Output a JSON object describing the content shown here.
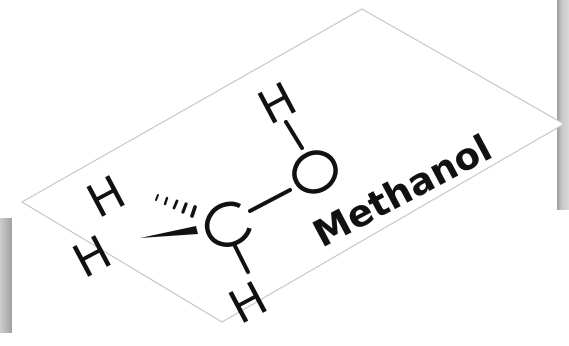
{
  "molecule": {
    "name": "Methanol",
    "atoms": {
      "carbon": "C",
      "oxygen": "O",
      "h_hydroxyl": "H",
      "h_dashed": "H",
      "h_wedge": "H",
      "h_bottom": "H"
    }
  },
  "colors": {
    "ink": "#111111",
    "card_border": "#c8c8c8",
    "side_panel": "#b8b8b8"
  }
}
